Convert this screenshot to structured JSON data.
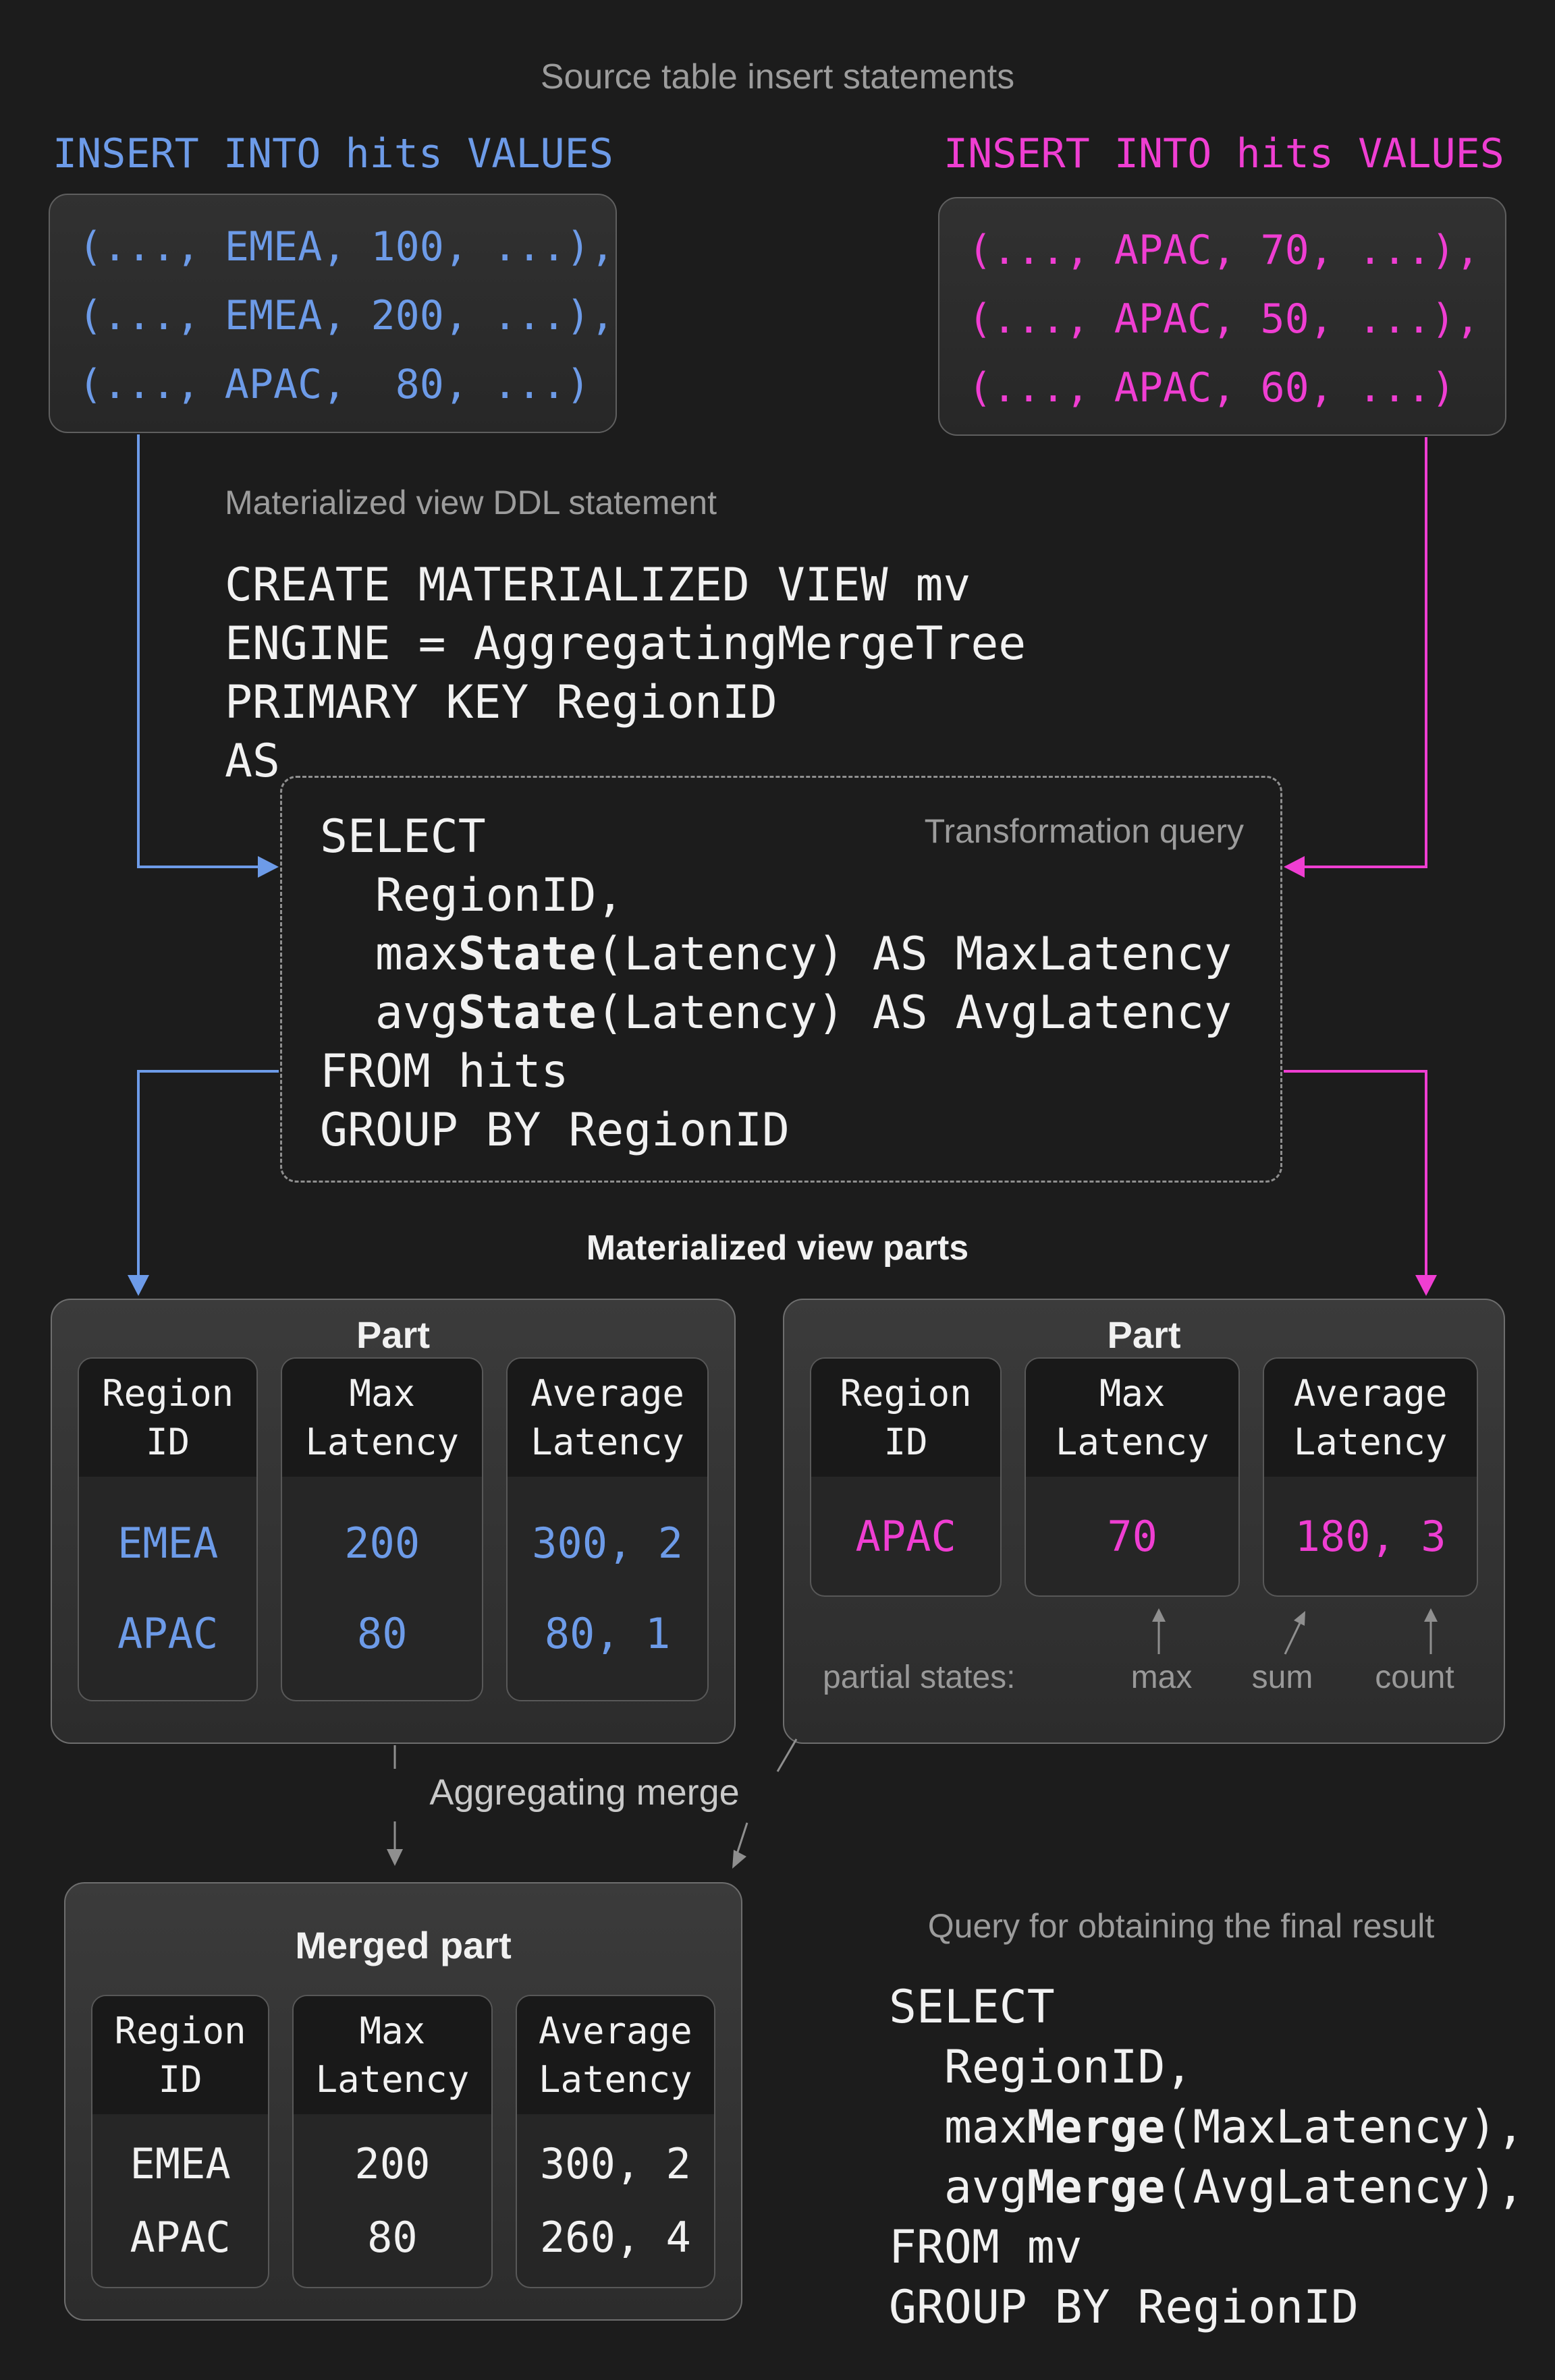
{
  "colors": {
    "bg": "#1c1c1c",
    "blue": "#6d9be8",
    "pink": "#ef3ed2",
    "white": "#f1f1f1",
    "gray": "#9c9c9c",
    "lightgray": "#c9c9c9",
    "arrowgray": "#8f8f8f"
  },
  "title": "Source table insert statements",
  "insert_left": {
    "header": "INSERT INTO hits VALUES",
    "line1": "(..., EMEA, 100, ...),",
    "line2": "(..., EMEA, 200, ...),",
    "line3": "(..., APAC,  80, ...)"
  },
  "insert_right": {
    "header": "INSERT INTO hits VALUES",
    "line1": "(..., APAC, 70, ...),",
    "line2": "(..., APAC, 50, ...),",
    "line3": "(..., APAC, 60, ...)"
  },
  "ddl": {
    "label": "Materialized view DDL statement",
    "line1": "CREATE MATERIALIZED VIEW mv",
    "line2": "ENGINE = AggregatingMergeTree",
    "line3": "PRIMARY KEY RegionID",
    "line4": "AS"
  },
  "transform": {
    "label": "Transformation query",
    "line1": "SELECT",
    "line2": "  RegionID,",
    "line3_pre": "  max",
    "line3_bold": "State",
    "line3_post": "(Latency) AS MaxLatency",
    "line4_pre": "  avg",
    "line4_bold": "State",
    "line4_post": "(Latency) AS AvgLatency",
    "line5": "FROM hits",
    "line6": "GROUP BY RegionID"
  },
  "parts_title": "Materialized view parts",
  "part_left": {
    "title": "Part",
    "columns": [
      {
        "h1": "Region",
        "h2": "ID",
        "v1": "EMEA",
        "v2": "APAC"
      },
      {
        "h1": "Max",
        "h2": "Latency",
        "v1": "200",
        "v2": "80"
      },
      {
        "h1": "Average",
        "h2": "Latency",
        "v1": "300, 2",
        "v2": "80, 1"
      }
    ]
  },
  "part_right": {
    "title": "Part",
    "columns": [
      {
        "h1": "Region",
        "h2": "ID",
        "v1": "APAC"
      },
      {
        "h1": "Max",
        "h2": "Latency",
        "v1": "70"
      },
      {
        "h1": "Average",
        "h2": "Latency",
        "v1": "180, 3"
      }
    ],
    "partial_label": "partial states:",
    "arrow1": "max",
    "arrow2": "sum",
    "arrow3": "count"
  },
  "merge_label": "Aggregating merge",
  "merged": {
    "title": "Merged part",
    "columns": [
      {
        "h1": "Region",
        "h2": "ID",
        "v1": "EMEA",
        "v2": "APAC"
      },
      {
        "h1": "Max",
        "h2": "Latency",
        "v1": "200",
        "v2": "80"
      },
      {
        "h1": "Average",
        "h2": "Latency",
        "v1": "300, 2",
        "v2": "260, 4"
      }
    ]
  },
  "final": {
    "label": "Query for obtaining the final result",
    "line1": "SELECT",
    "line2": "  RegionID,",
    "line3_pre": "  max",
    "line3_bold": "Merge",
    "line3_post": "(MaxLatency),",
    "line4_pre": "  avg",
    "line4_bold": "Merge",
    "line4_post": "(AvgLatency),",
    "line5": "FROM mv",
    "line6": "GROUP BY RegionID"
  }
}
